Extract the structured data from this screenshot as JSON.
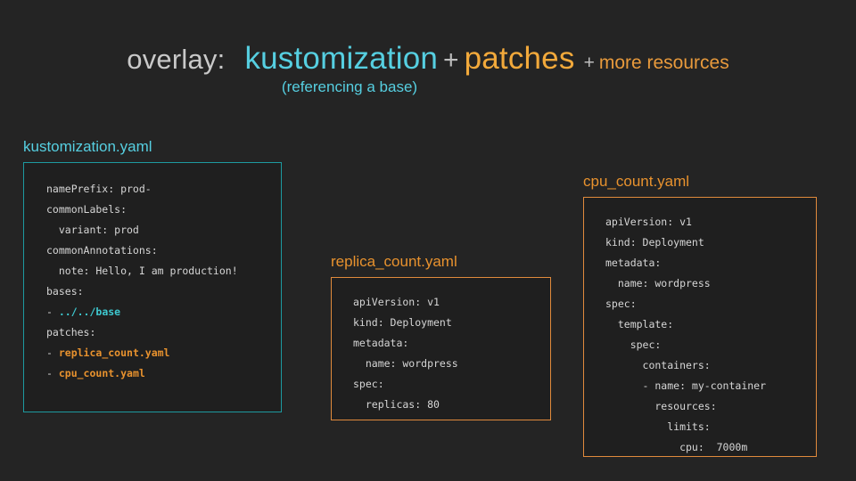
{
  "title": {
    "label": "overlay:",
    "term_1": "kustomization",
    "plus_1": "+",
    "term_2": "patches",
    "plus_2": "+",
    "term_3": "more resources",
    "subtitle": "(referencing a base)"
  },
  "colors": {
    "background": "#242424",
    "card_background": "#1f1f1f",
    "cyan": "#56cfe1",
    "cyan_border": "#1d9aa0",
    "cyan_token": "#3ec9d0",
    "orange": "#e8922e",
    "orange_border": "#e08a3c",
    "orange_title": "#f2a93b",
    "grey_text": "#c9c9c9",
    "code_text": "#d6d6d6"
  },
  "cards": [
    {
      "id": "kustomization",
      "label": "kustomization.yaml",
      "theme": "cyan",
      "lines": [
        [
          {
            "t": "namePrefix: prod-",
            "s": "plain"
          }
        ],
        [
          {
            "t": "commonLabels:",
            "s": "plain"
          }
        ],
        [
          {
            "t": "  variant: prod",
            "s": "plain"
          }
        ],
        [
          {
            "t": "commonAnnotations:",
            "s": "plain"
          }
        ],
        [
          {
            "t": "  note: Hello, I am production!",
            "s": "plain"
          }
        ],
        [
          {
            "t": "bases:",
            "s": "plain"
          }
        ],
        [
          {
            "t": "- ",
            "s": "dash"
          },
          {
            "t": "../../base",
            "s": "cyan"
          }
        ],
        [
          {
            "t": "patches:",
            "s": "plain"
          }
        ],
        [
          {
            "t": "- ",
            "s": "dash"
          },
          {
            "t": "replica_count.yaml",
            "s": "orange"
          }
        ],
        [
          {
            "t": "- ",
            "s": "dash"
          },
          {
            "t": "cpu_count.yaml",
            "s": "orange"
          }
        ]
      ]
    },
    {
      "id": "replica",
      "label": "replica_count.yaml",
      "theme": "orange",
      "lines": [
        [
          {
            "t": "apiVersion: v1",
            "s": "plain"
          }
        ],
        [
          {
            "t": "kind: Deployment",
            "s": "plain"
          }
        ],
        [
          {
            "t": "metadata:",
            "s": "plain"
          }
        ],
        [
          {
            "t": "  name: wordpress",
            "s": "plain"
          }
        ],
        [
          {
            "t": "spec:",
            "s": "plain"
          }
        ],
        [
          {
            "t": "  replicas: 80",
            "s": "plain"
          }
        ]
      ]
    },
    {
      "id": "cpu",
      "label": "cpu_count.yaml",
      "theme": "orange",
      "lines": [
        [
          {
            "t": "apiVersion: v1",
            "s": "plain"
          }
        ],
        [
          {
            "t": "kind: Deployment",
            "s": "plain"
          }
        ],
        [
          {
            "t": "metadata:",
            "s": "plain"
          }
        ],
        [
          {
            "t": "  name: wordpress",
            "s": "plain"
          }
        ],
        [
          {
            "t": "spec:",
            "s": "plain"
          }
        ],
        [
          {
            "t": "  template:",
            "s": "plain"
          }
        ],
        [
          {
            "t": "    spec:",
            "s": "plain"
          }
        ],
        [
          {
            "t": "      containers:",
            "s": "plain"
          }
        ],
        [
          {
            "t": "      - name: my-container",
            "s": "plain"
          }
        ],
        [
          {
            "t": "        resources:",
            "s": "plain"
          }
        ],
        [
          {
            "t": "          limits:",
            "s": "plain"
          }
        ],
        [
          {
            "t": "            cpu:  7000m",
            "s": "plain"
          }
        ]
      ]
    }
  ]
}
